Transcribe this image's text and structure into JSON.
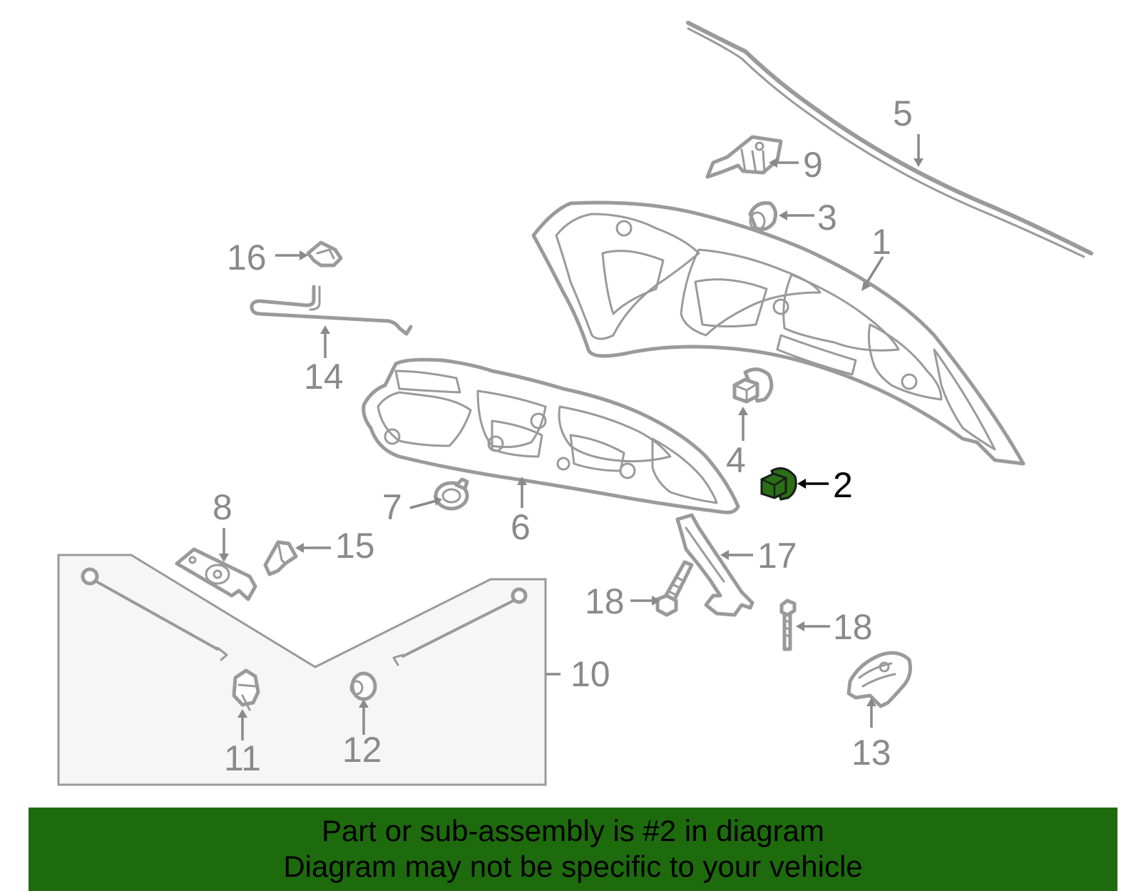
{
  "parts": [
    {
      "num": "1",
      "name": "hood-panel"
    },
    {
      "num": "2",
      "name": "bumper-highlighted"
    },
    {
      "num": "3",
      "name": "bumper"
    },
    {
      "num": "4",
      "name": "bumper"
    },
    {
      "num": "5",
      "name": "weatherstrip"
    },
    {
      "num": "6",
      "name": "insulator"
    },
    {
      "num": "7",
      "name": "retainer"
    },
    {
      "num": "8",
      "name": "bracket"
    },
    {
      "num": "9",
      "name": "bracket"
    },
    {
      "num": "10",
      "name": "support-strut-kit"
    },
    {
      "num": "11",
      "name": "clip"
    },
    {
      "num": "12",
      "name": "retainer"
    },
    {
      "num": "13",
      "name": "latch"
    },
    {
      "num": "14",
      "name": "prop-rod"
    },
    {
      "num": "15",
      "name": "clip"
    },
    {
      "num": "16",
      "name": "clip"
    },
    {
      "num": "17",
      "name": "hinge"
    },
    {
      "num": "18a",
      "name": "bolt"
    },
    {
      "num": "18b",
      "name": "bolt"
    }
  ],
  "labels": {
    "p1": "1",
    "p2": "2",
    "p3": "3",
    "p4": "4",
    "p5": "5",
    "p6": "6",
    "p7": "7",
    "p8": "8",
    "p9": "9",
    "p10": "10",
    "p11": "11",
    "p12": "12",
    "p13": "13",
    "p14": "14",
    "p15": "15",
    "p16": "16",
    "p17": "17",
    "p18a": "18",
    "p18b": "18"
  },
  "highlight": {
    "part": "2",
    "color": "#2a6e16"
  },
  "colors": {
    "banner": "#1e6b0e",
    "line": "#9a9a9a",
    "label": "#8a8a8a"
  },
  "banner": {
    "line1": "Part or sub-assembly is #2 in diagram",
    "line2": "Diagram may not be specific to your vehicle"
  }
}
